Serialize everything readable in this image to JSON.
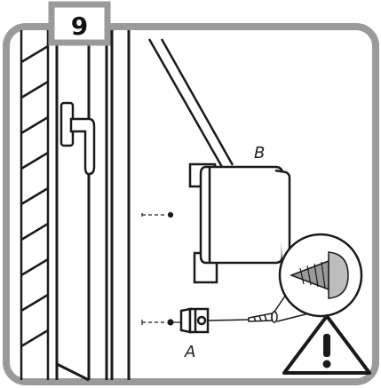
{
  "step": {
    "number": "9"
  },
  "parts": {
    "bracket_label": "B",
    "plug_label": "A"
  },
  "icons": {
    "warning": "warning-triangle-icon",
    "screw_detail": "screw-magnifier-icon",
    "handle": "window-handle-icon"
  },
  "colors": {
    "frame": "#9a9a9a",
    "line": "#1a1a1a",
    "warning_fill": "#ffffff"
  }
}
